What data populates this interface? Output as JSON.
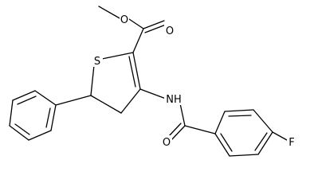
{
  "atoms": {
    "sulfur": "S",
    "carbonyl_oxygen_ester": "O",
    "ester_oxygen": "O",
    "amide_nitrogen": "NH",
    "amide_oxygen": "O",
    "fluorine": "F"
  }
}
